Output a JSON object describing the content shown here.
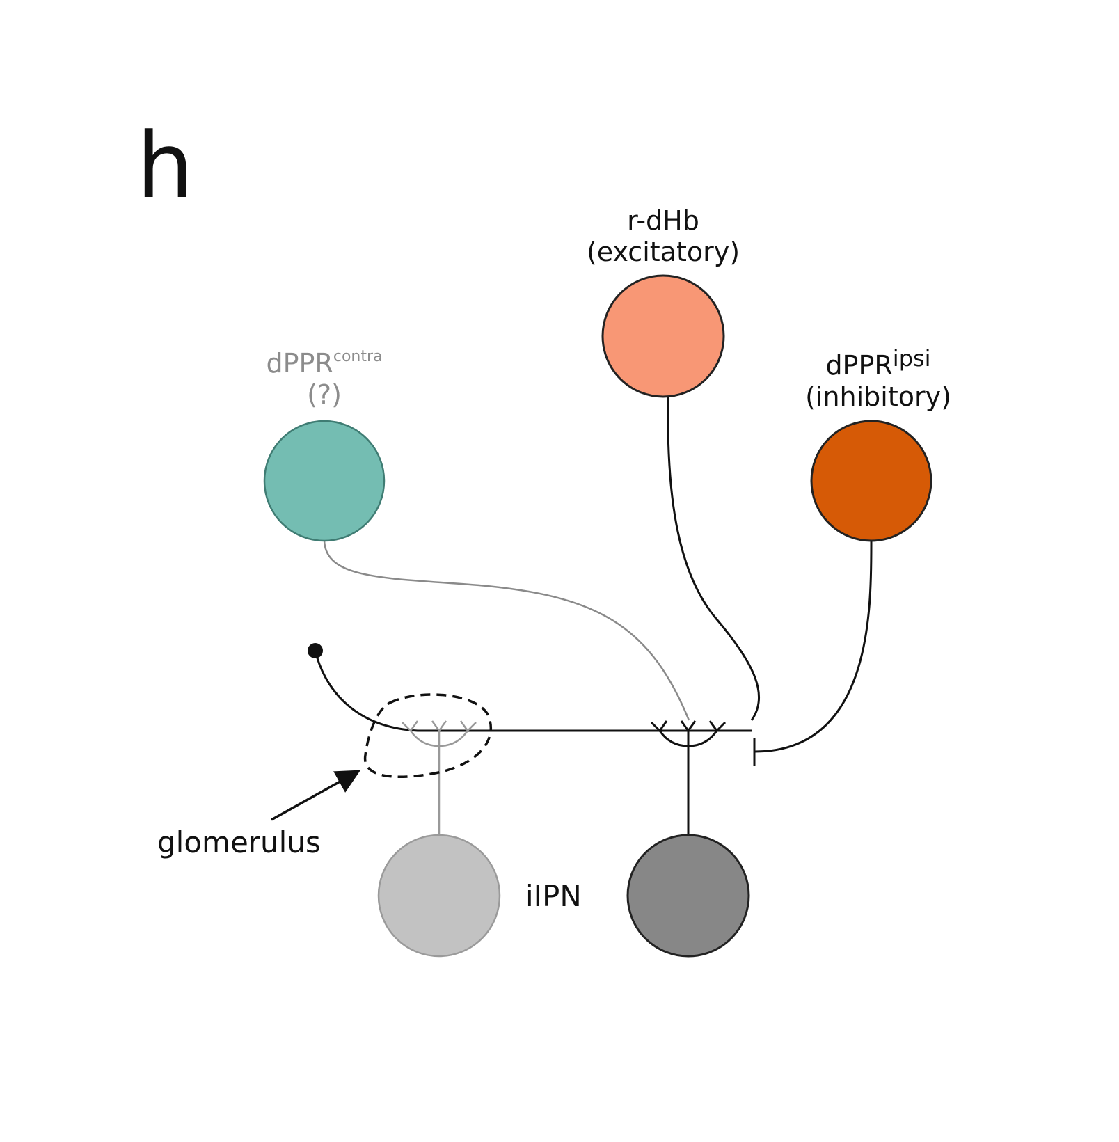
{
  "panel_letter": "h",
  "nodes": {
    "r_dhb": {
      "name": "r-dHb",
      "role": "(excitatory)",
      "color": "#F89775"
    },
    "dppr_contra": {
      "name": "dPPR",
      "superscript": "contra",
      "role": "(?)",
      "color": "#74BDB2",
      "label_color": "#8c8c8c"
    },
    "dppr_ipsi": {
      "name": "dPPR",
      "superscript": "ipsi",
      "role": "(inhibitory)",
      "color": "#D65A06"
    },
    "ipn_left": {
      "color": "#C2C2C2"
    },
    "ipn_right": {
      "color": "#878787"
    }
  },
  "ipn_label": "iIPN",
  "glomerulus_label": "glomerulus"
}
